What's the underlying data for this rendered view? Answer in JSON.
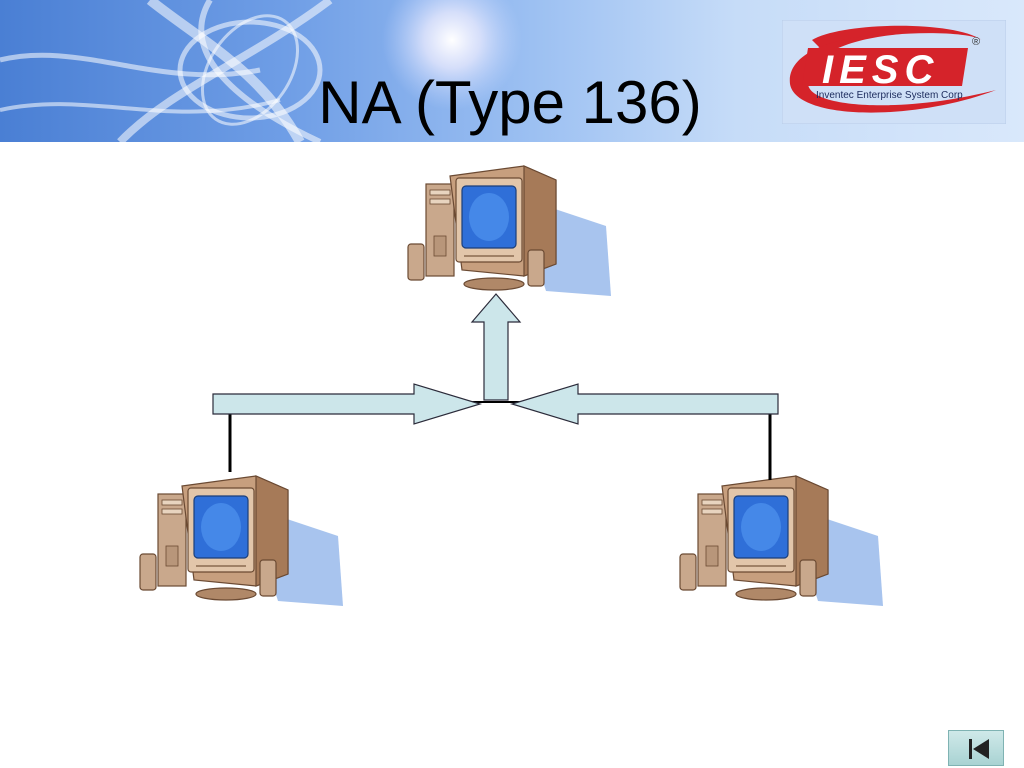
{
  "slide": {
    "title": "NA (Type 136)"
  },
  "logo": {
    "wordmark": "IESC",
    "tagline": "Inventec Enterprise System Corp",
    "registered_mark": "®"
  },
  "icons": {
    "computer": "desktop-computer-icon",
    "nav_first": "first-slide-icon"
  },
  "colors": {
    "banner_blue": "#4a7fd4",
    "arrow_fill": "#cce6ea",
    "arrow_stroke": "#2b2b3a",
    "monitor_beige": "#d9b99a",
    "screen_blue": "#2f6fd8",
    "logo_red": "#d5232a",
    "nav_button": "#b7dcdc"
  }
}
